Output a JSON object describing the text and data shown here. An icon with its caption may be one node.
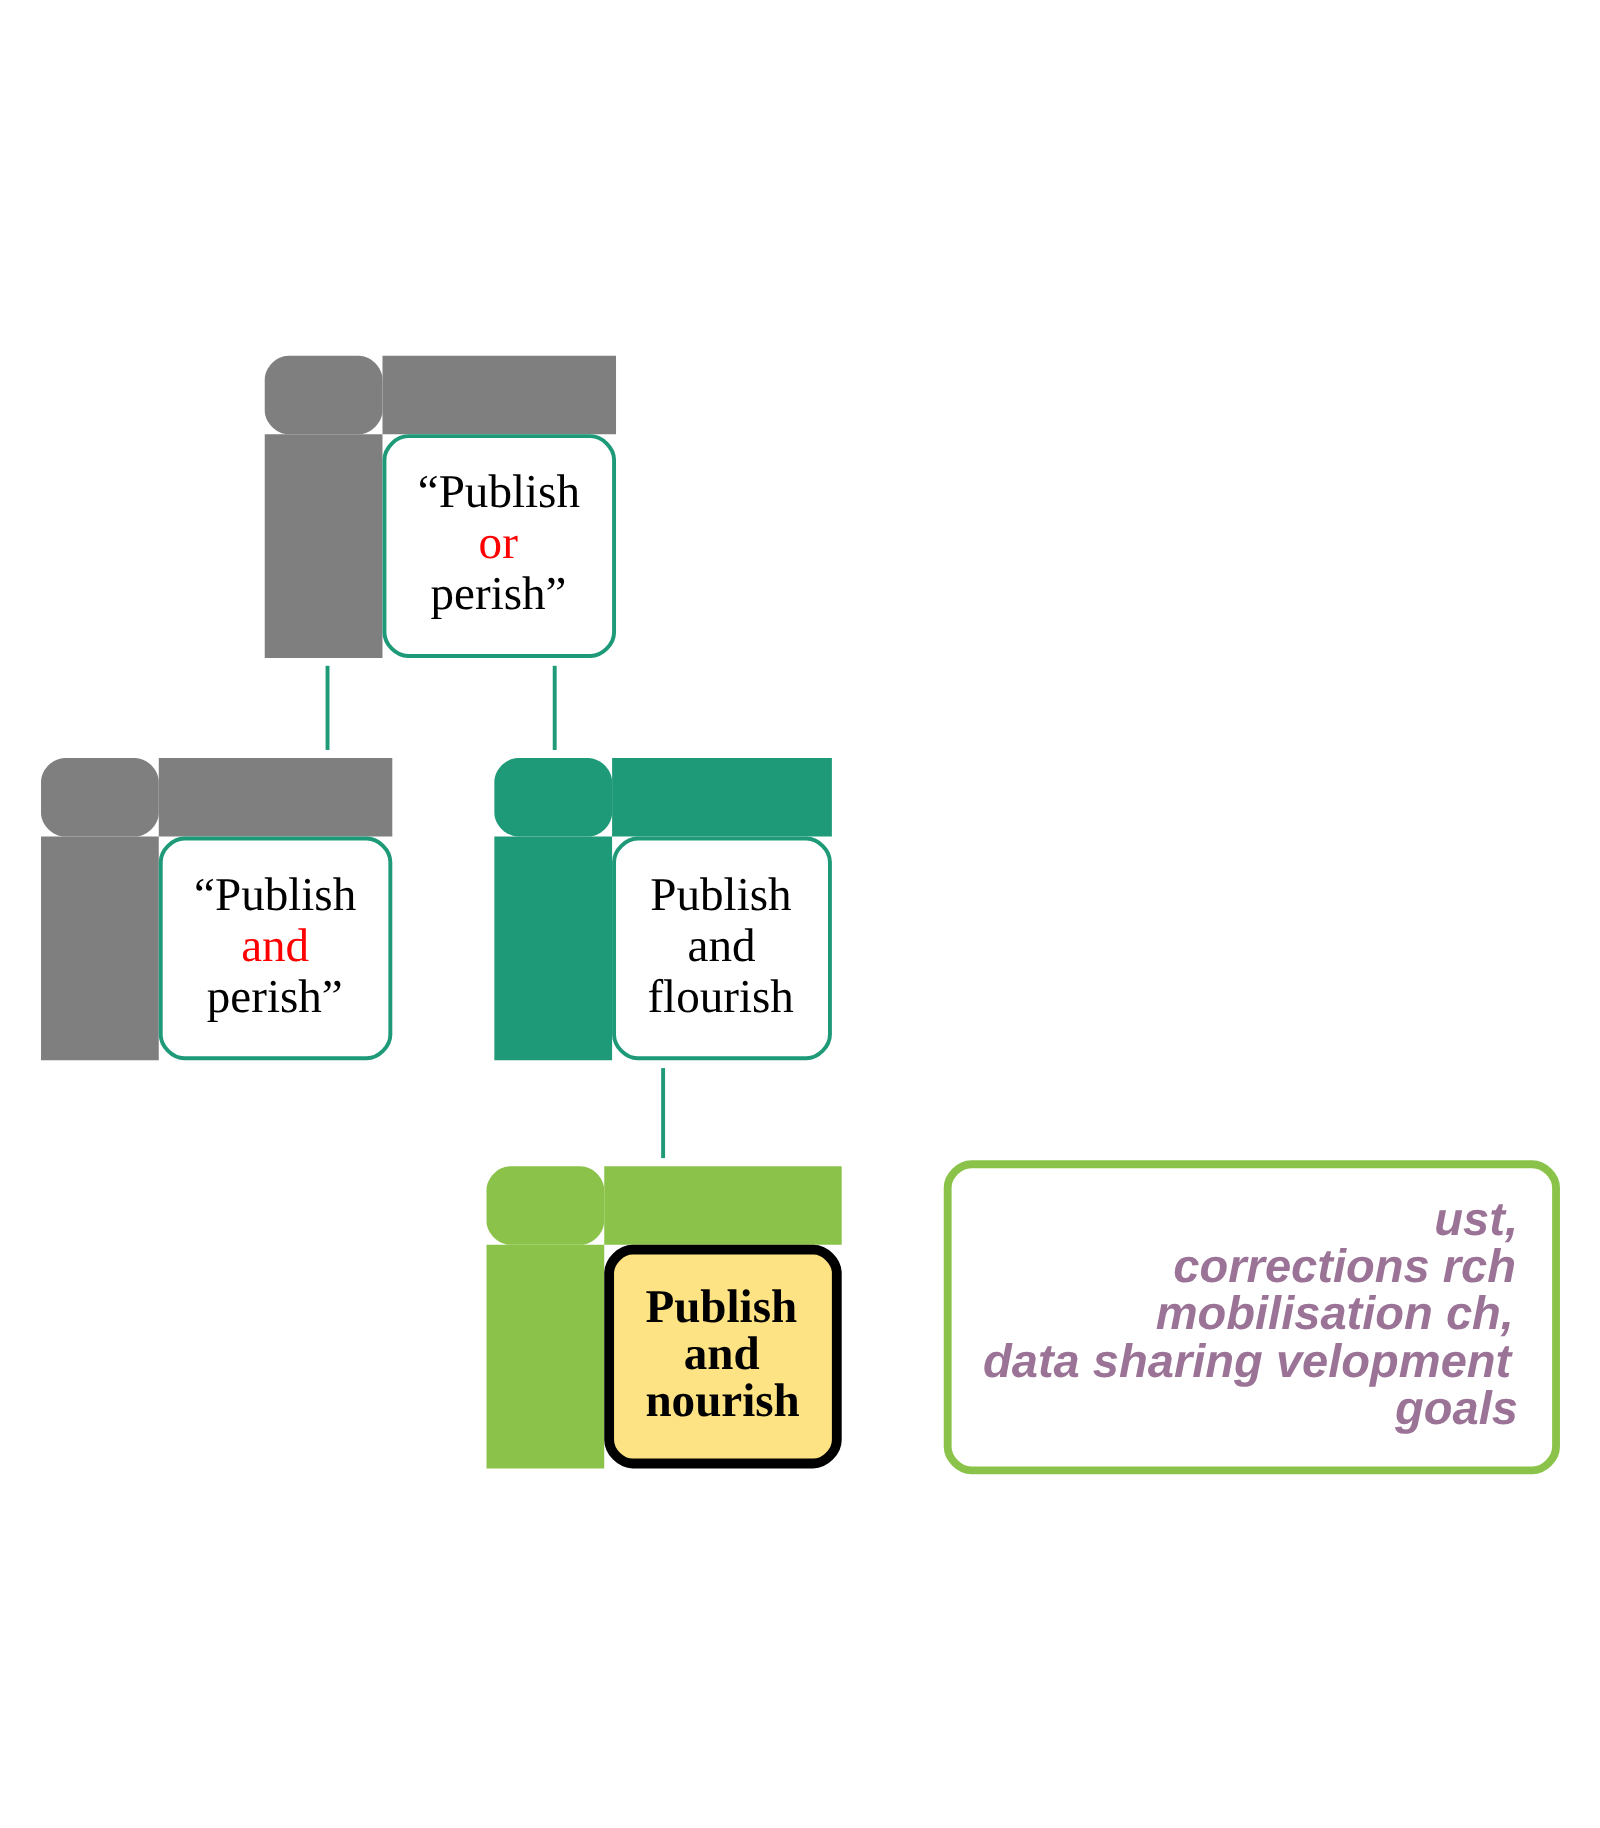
{
  "diagram": {
    "nodes": [
      {
        "text": [
          "“Publish or perish”"
        ]
      },
      {
        "text": [
          "“Publish and perish”"
        ]
      },
      {
        "text": [
          "Publish and flourish"
        ]
      },
      {
        "text": [
          "Publish and nourish"
        ]
      },
      {
        "text": [
          "ust, corrections rch mobilisation ch, data sharing velopment goals"
        ]
      }
    ],
    "edges": [
      {
        "from": 0,
        "to": 1,
        "arrow": "none"
      },
      {
        "from": 0,
        "to": 2,
        "arrow": "none"
      },
      {
        "from": 2,
        "to": 3,
        "arrow": "none"
      }
    ]
  }
}
